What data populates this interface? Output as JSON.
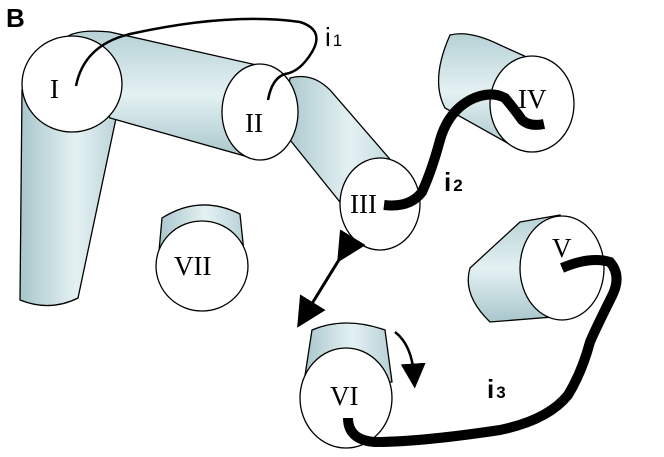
{
  "panel_label": "B",
  "colors": {
    "cylinder_fill_light": "#e4f1f3",
    "cylinder_fill_dark": "#a8c6cb",
    "face_fill": "#ffffff",
    "outline": "#000000"
  },
  "helices": [
    {
      "id": "I",
      "label": "I"
    },
    {
      "id": "II",
      "label": "II"
    },
    {
      "id": "III",
      "label": "III"
    },
    {
      "id": "IV",
      "label": "IV"
    },
    {
      "id": "V",
      "label": "V"
    },
    {
      "id": "VI",
      "label": "VI"
    },
    {
      "id": "VII",
      "label": "VII"
    }
  ],
  "loops": [
    {
      "id": "i1",
      "letter": "i",
      "number": "1",
      "connects": [
        "I",
        "II"
      ],
      "style": "thin"
    },
    {
      "id": "i2",
      "letter": "i",
      "number": "2",
      "connects": [
        "III",
        "IV"
      ],
      "style": "thick"
    },
    {
      "id": "i3",
      "letter": "i",
      "number": "3",
      "connects": [
        "V",
        "VI"
      ],
      "style": "thick"
    }
  ],
  "arrows": [
    {
      "id": "double-arrow-III-VI",
      "type": "double-headed",
      "connects": [
        "III",
        "VI"
      ]
    },
    {
      "id": "rotation-arrow-VI",
      "type": "curved",
      "target": "VI"
    }
  ]
}
